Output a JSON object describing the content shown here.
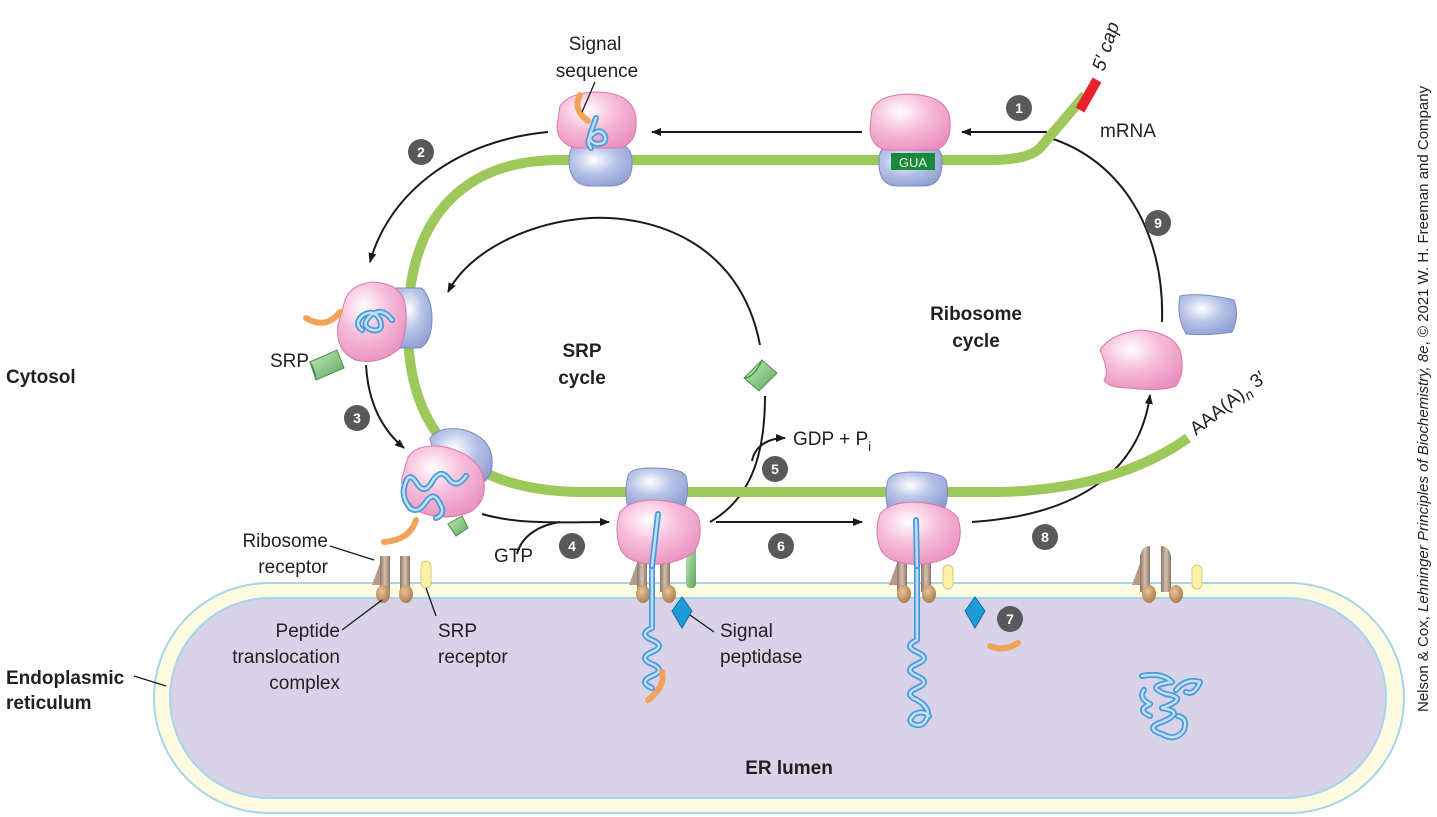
{
  "labels": {
    "signal_sequence_line1": "Signal",
    "signal_sequence_line2": "sequence",
    "five_prime_cap": "5′ cap",
    "mrna": "mRNA",
    "gua": "GUA",
    "srp": "SRP",
    "srp_cycle_line1": "SRP",
    "srp_cycle_line2": "cycle",
    "ribosome_cycle_line1": "Ribosome",
    "ribosome_cycle_line2": "cycle",
    "cytosol": "Cytosol",
    "gdp_pi": "GDP + P",
    "gdp_pi_sub": "i",
    "gtp": "GTP",
    "poly_a": "AAA(A)",
    "poly_a_sub": "n",
    "poly_a_end": " 3′",
    "ribosome_receptor_line1": "Ribosome",
    "ribosome_receptor_line2": "receptor",
    "peptide_translocation_line1": "Peptide",
    "peptide_translocation_line2": "translocation",
    "peptide_translocation_line3": "complex",
    "srp_receptor_line1": "SRP",
    "srp_receptor_line2": "receptor",
    "signal_peptidase_line1": "Signal",
    "signal_peptidase_line2": "peptidase",
    "er_line1": "Endoplasmic",
    "er_line2": "reticulum",
    "er_lumen": "ER lumen",
    "credit_pre": "Nelson & Cox, ",
    "credit_italic": "Lehninger Principles of Biochemistry, 8e",
    "credit_post": ", © 2021 W. H. Freeman and Company"
  },
  "steps": [
    "1",
    "2",
    "3",
    "4",
    "5",
    "6",
    "7",
    "8",
    "9"
  ],
  "colors": {
    "mrna_strand": "#9cc95a",
    "five_prime_cap": "#e8222b",
    "large_subunit": "#f2a9cc",
    "small_subunit": "#a6b4dc",
    "srp_particle": "#8cc88c",
    "polypeptide": "#4a9ad8",
    "signal_sequence": "#f2a35a",
    "signal_peptidase": "#1e9ad6",
    "er_membrane": "#fffbe0",
    "er_lumen": "#d8d3e8",
    "step_marker": "#58595b"
  }
}
